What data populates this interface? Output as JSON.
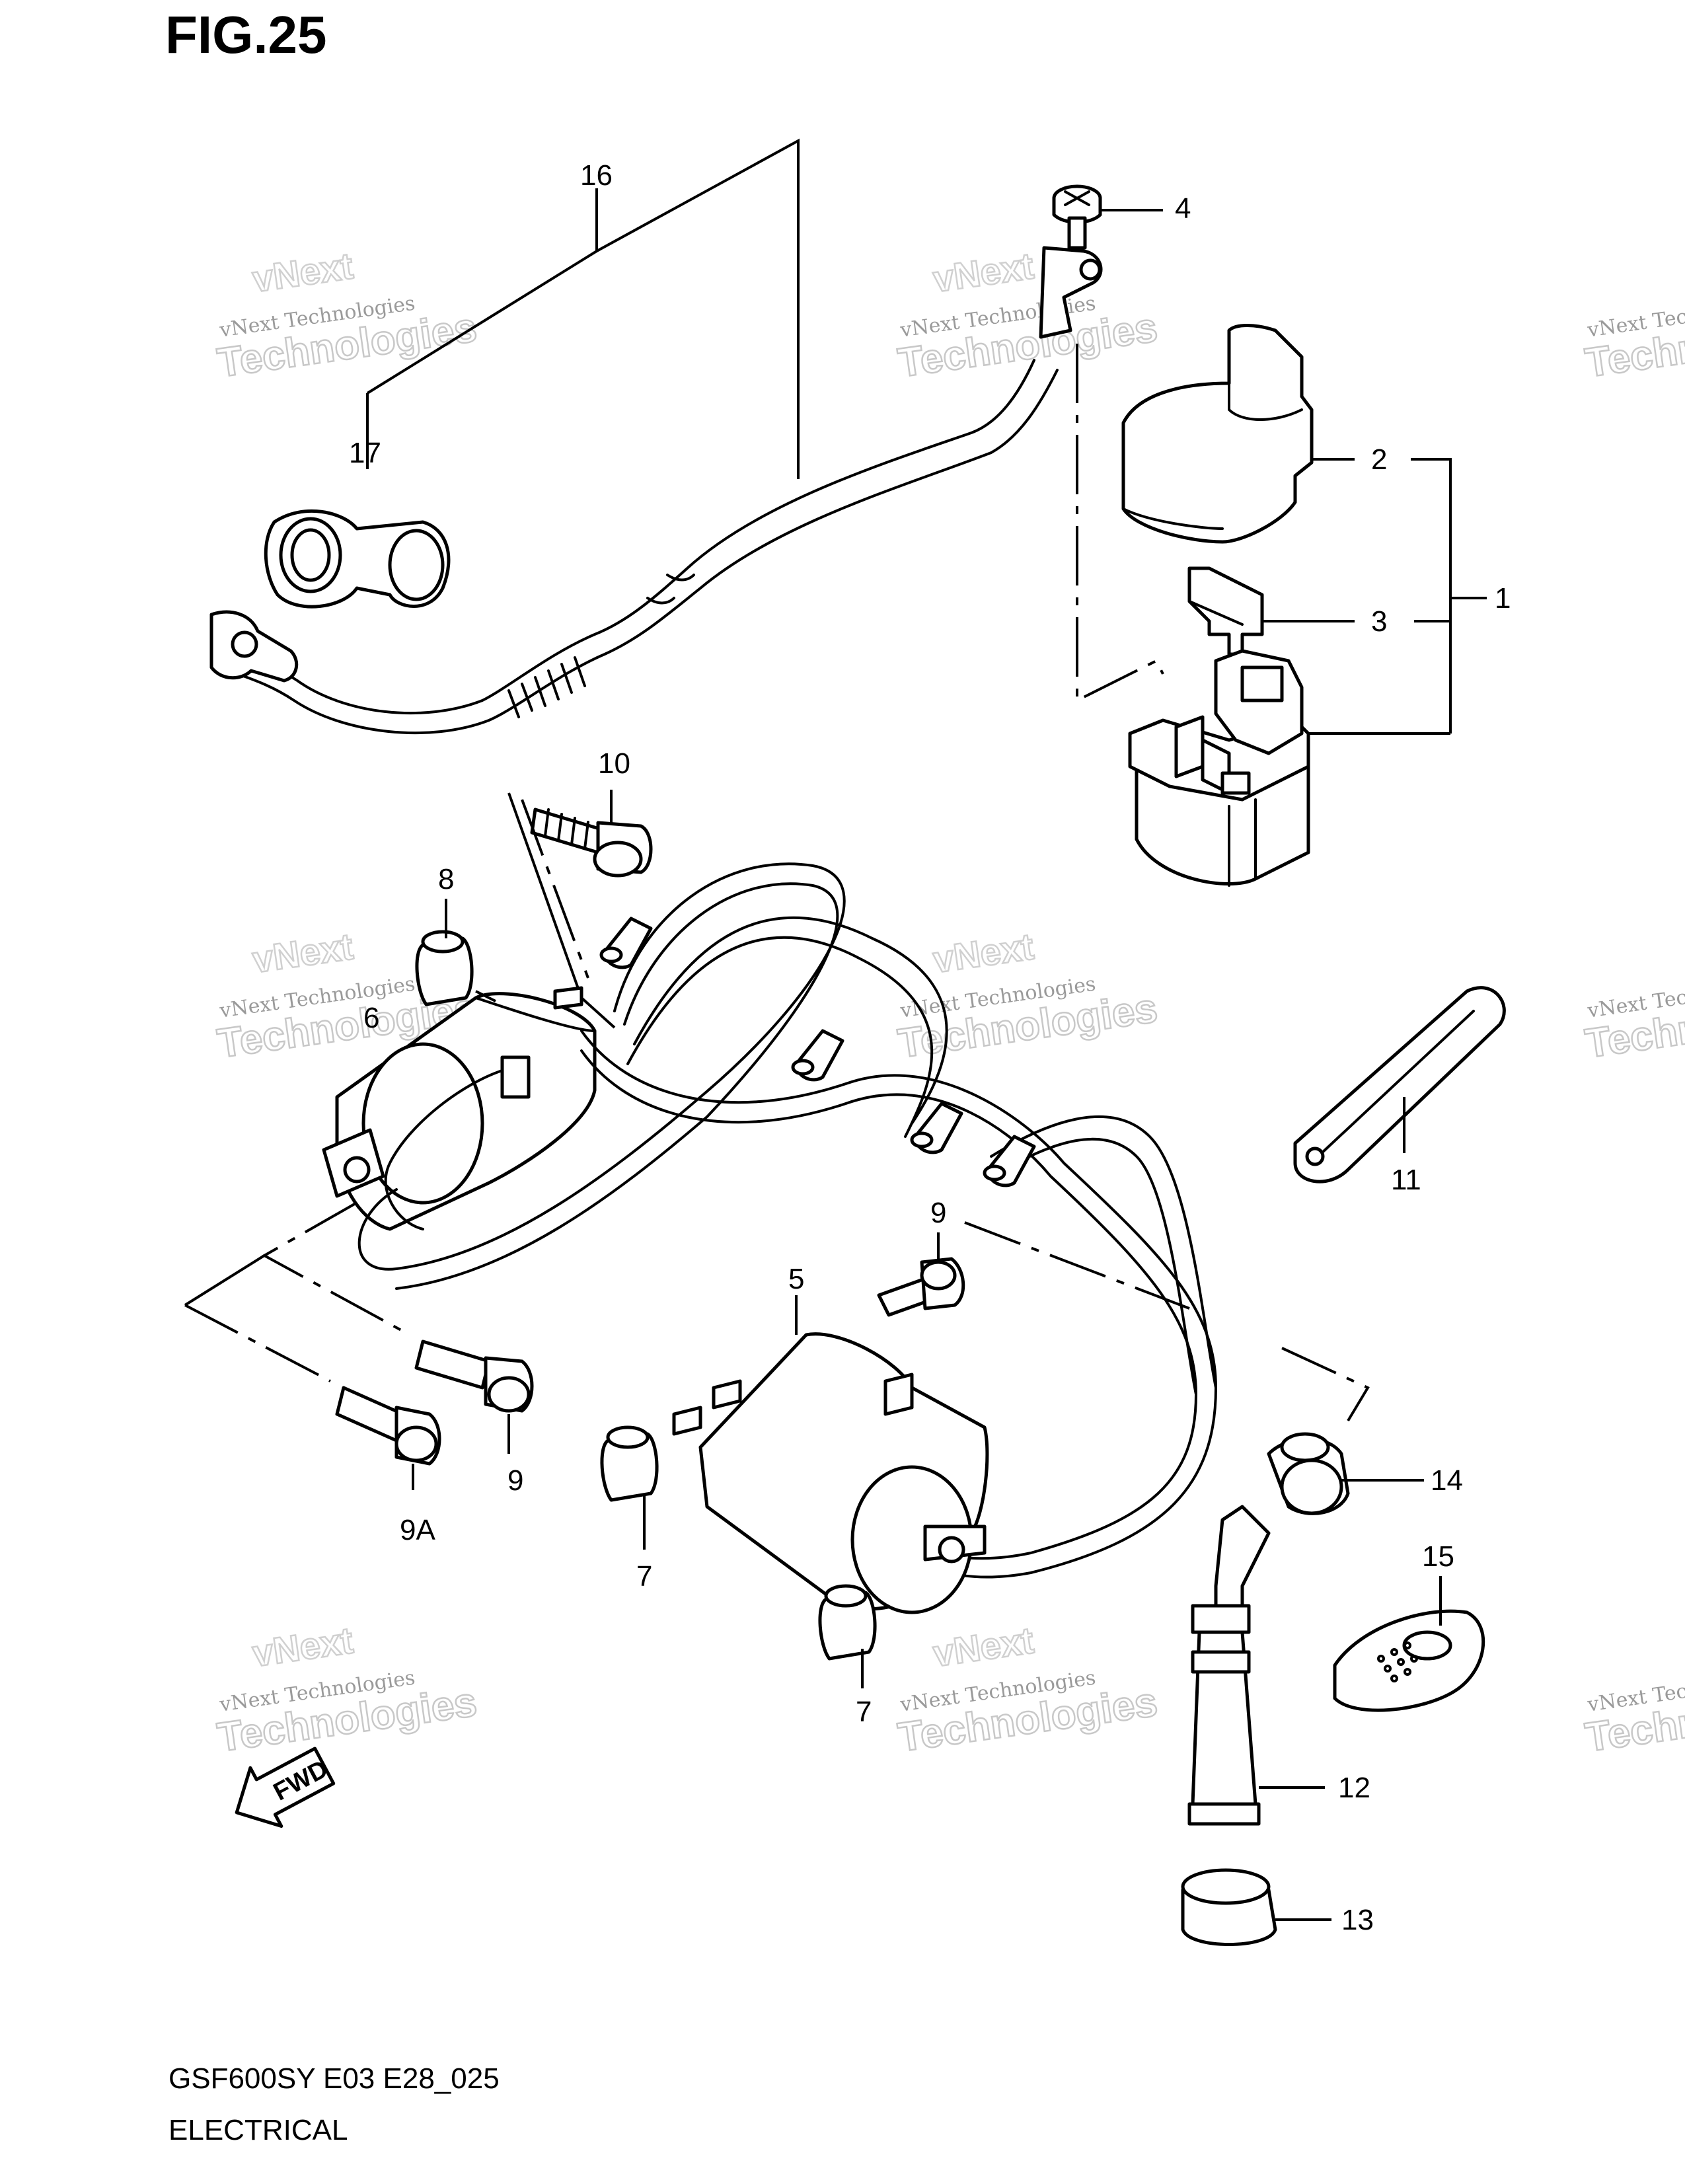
{
  "figure": {
    "title": "FIG.25",
    "model_code": "GSF600SY E03 E28_025",
    "section": "ELECTRICAL",
    "direction_label": "FWD"
  },
  "watermark": {
    "line1": "vNext Technologies",
    "line2": "vNext",
    "line3": "Technologies"
  },
  "callouts": [
    "1",
    "2",
    "3",
    "4",
    "5",
    "6",
    "7",
    "7",
    "8",
    "9",
    "9",
    "9A",
    "10",
    "11",
    "12",
    "13",
    "14",
    "15",
    "16",
    "17"
  ]
}
